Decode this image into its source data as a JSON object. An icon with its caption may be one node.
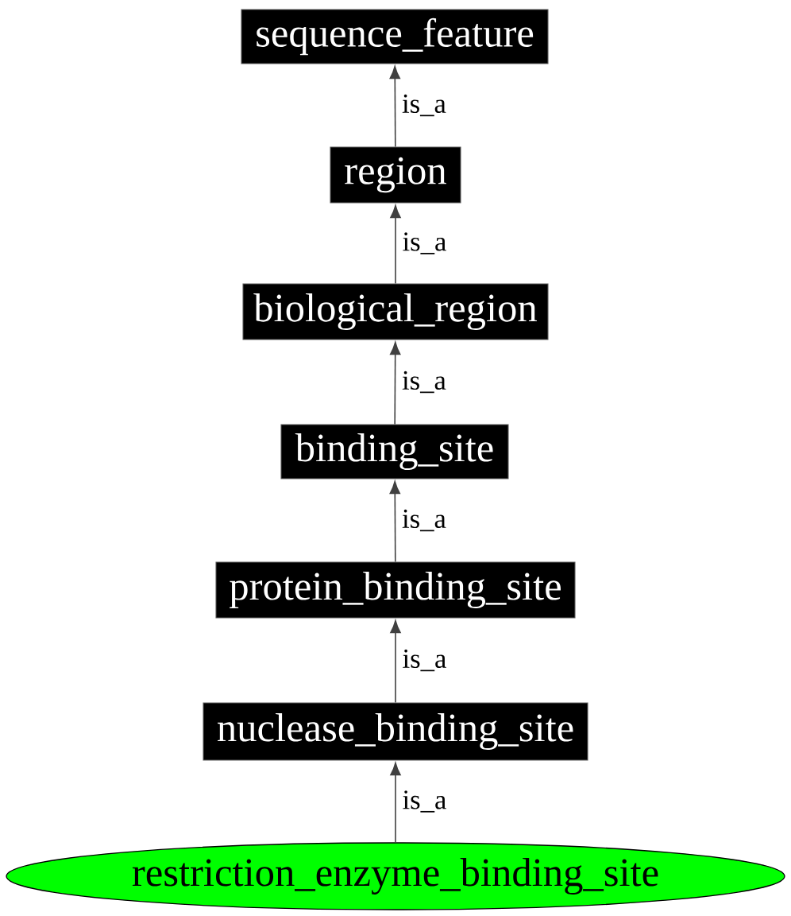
{
  "diagram": {
    "nodes": [
      {
        "text": [
          "sequence_feature"
        ]
      },
      {
        "text": [
          "region"
        ]
      },
      {
        "text": [
          "biological_region"
        ]
      },
      {
        "text": [
          "binding_site"
        ]
      },
      {
        "text": [
          "protein_binding_site"
        ]
      },
      {
        "text": [
          "nuclease_binding_site"
        ]
      },
      {
        "text": [
          "restriction_enzyme_binding_site"
        ]
      }
    ],
    "edges": [
      {
        "from": 1,
        "to": 0,
        "arrow": "to",
        "label": "is_a"
      },
      {
        "from": 2,
        "to": 1,
        "arrow": "to",
        "label": "is_a"
      },
      {
        "from": 3,
        "to": 2,
        "arrow": "to",
        "label": "is_a"
      },
      {
        "from": 4,
        "to": 3,
        "arrow": "to",
        "label": "is_a"
      },
      {
        "from": 5,
        "to": 4,
        "arrow": "to",
        "label": "is_a"
      },
      {
        "from": 6,
        "to": 5,
        "arrow": "to",
        "label": "is_a"
      }
    ]
  }
}
